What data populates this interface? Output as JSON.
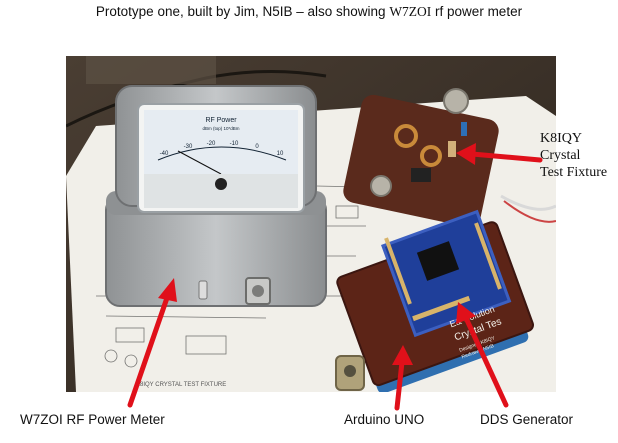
{
  "caption": {
    "part1": "Prototype one, built by Jim, N5IB – also showing ",
    "part2": "W7ZOI",
    "part3": " rf power meter"
  },
  "meter": {
    "title": "RF Power",
    "subtitle": "dBm (top)  10*dBm",
    "scale": [
      "-40",
      "-30",
      "-20",
      "-10",
      "0",
      "10"
    ]
  },
  "labels": {
    "k8iqy_line1": "K8IQY",
    "k8iqy_line2": "Crystal",
    "k8iqy_line3": "Test Fixture",
    "w7zoi": "W7ZOI RF Power Meter",
    "arduino": "Arduino UNO",
    "dds": "DDS Generator"
  },
  "shield_text": {
    "line1": "E& Solution",
    "line2": "Crystal Tes",
    "line3": "Designer: K8IQY",
    "line4": "Redrawn: N5IB"
  },
  "schematic_text": "K8IQY CRYSTAL TEST FIXTURE",
  "colors": {
    "arrow": "#e0101a",
    "meter_face": "#e6ecf2",
    "tin": "#a9acae",
    "pcb": "#6b2a1e",
    "background": "#3a3128"
  }
}
